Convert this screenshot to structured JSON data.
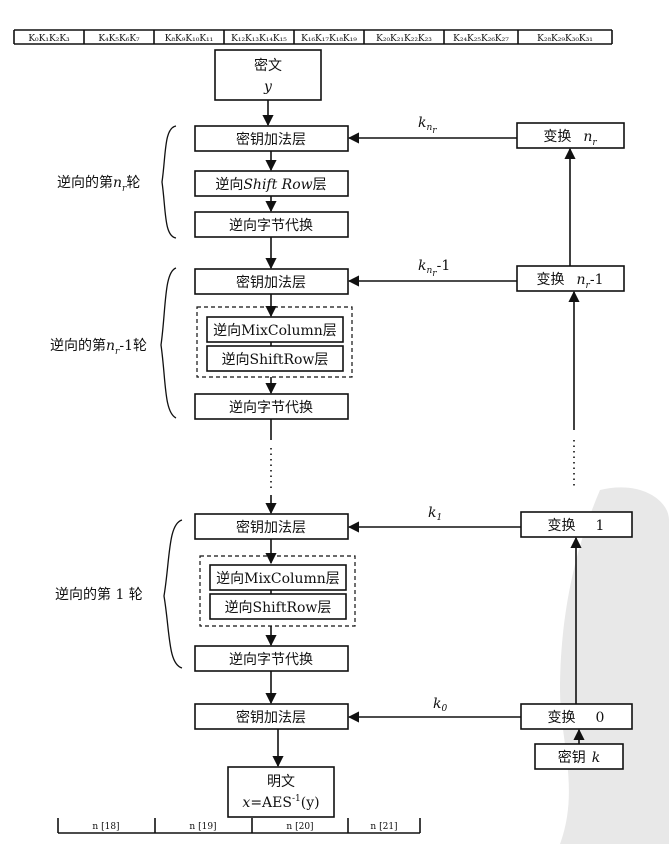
{
  "key_strip": [
    "K₀K₁K₂K₃",
    "K₄K₅K₆K₇",
    "K₈K₉K₁₀K₁₁",
    "K₁₂K₁₃K₁₄K₁₅",
    "K₁₆K₁₇K₁₈K₁₉",
    "K₂₀K₂₁K₂₂K₂₃",
    "K₂₄K₂₅K₂₆K₂₇",
    "K₂₈K₂₉K₃₀K₃₁"
  ],
  "ciphertext": {
    "label": "密文",
    "var": "y"
  },
  "round_nr": {
    "label": "逆向的第",
    "sub": "r",
    "suffix": "轮",
    "add_key": "密钥加法层",
    "inv_shift_prefix": "逆向",
    "inv_shift_name": "Shift Row",
    "inv_shift_suffix": "层",
    "inv_sub": "逆向字节代换",
    "key_label": "k",
    "key_sub": "n",
    "key_subsub": "r",
    "transform": "变换",
    "transform_n": "n",
    "transform_sub": "r"
  },
  "round_nr1": {
    "label": "逆向的第",
    "sub": "r",
    "suffix": "-1轮",
    "add_key": "密钥加法层",
    "inv_mix": "逆向MixColumn层",
    "inv_shift": "逆向ShiftRow层",
    "inv_sub": "逆向字节代换",
    "key_label": "k",
    "key_sub": "n",
    "key_subsub": "r",
    "key_suffix": "-1",
    "transform": "变换",
    "transform_n": "n",
    "transform_sub": "r",
    "transform_suffix": "-1"
  },
  "round_1": {
    "label": "逆向的第 1 轮",
    "add_key": "密钥加法层",
    "inv_mix": "逆向MixColumn层",
    "inv_shift": "逆向ShiftRow层",
    "inv_sub": "逆向字节代换",
    "key_label": "k",
    "key_sub": "1",
    "transform": "变换",
    "transform_n": "1"
  },
  "final": {
    "add_key": "密钥加法层",
    "key_label": "k",
    "key_sub": "0",
    "transform": "变换",
    "transform_n": "0",
    "master_key": "密钥",
    "master_key_var": "k"
  },
  "plaintext": {
    "label": "明文",
    "formula_prefix": "x",
    "formula_eq": "=AES",
    "formula_sup": "-1",
    "formula_arg": "(y)"
  },
  "bottom_strip": [
    "n [18]",
    "n [19]",
    "n [20]",
    "n [21]"
  ]
}
